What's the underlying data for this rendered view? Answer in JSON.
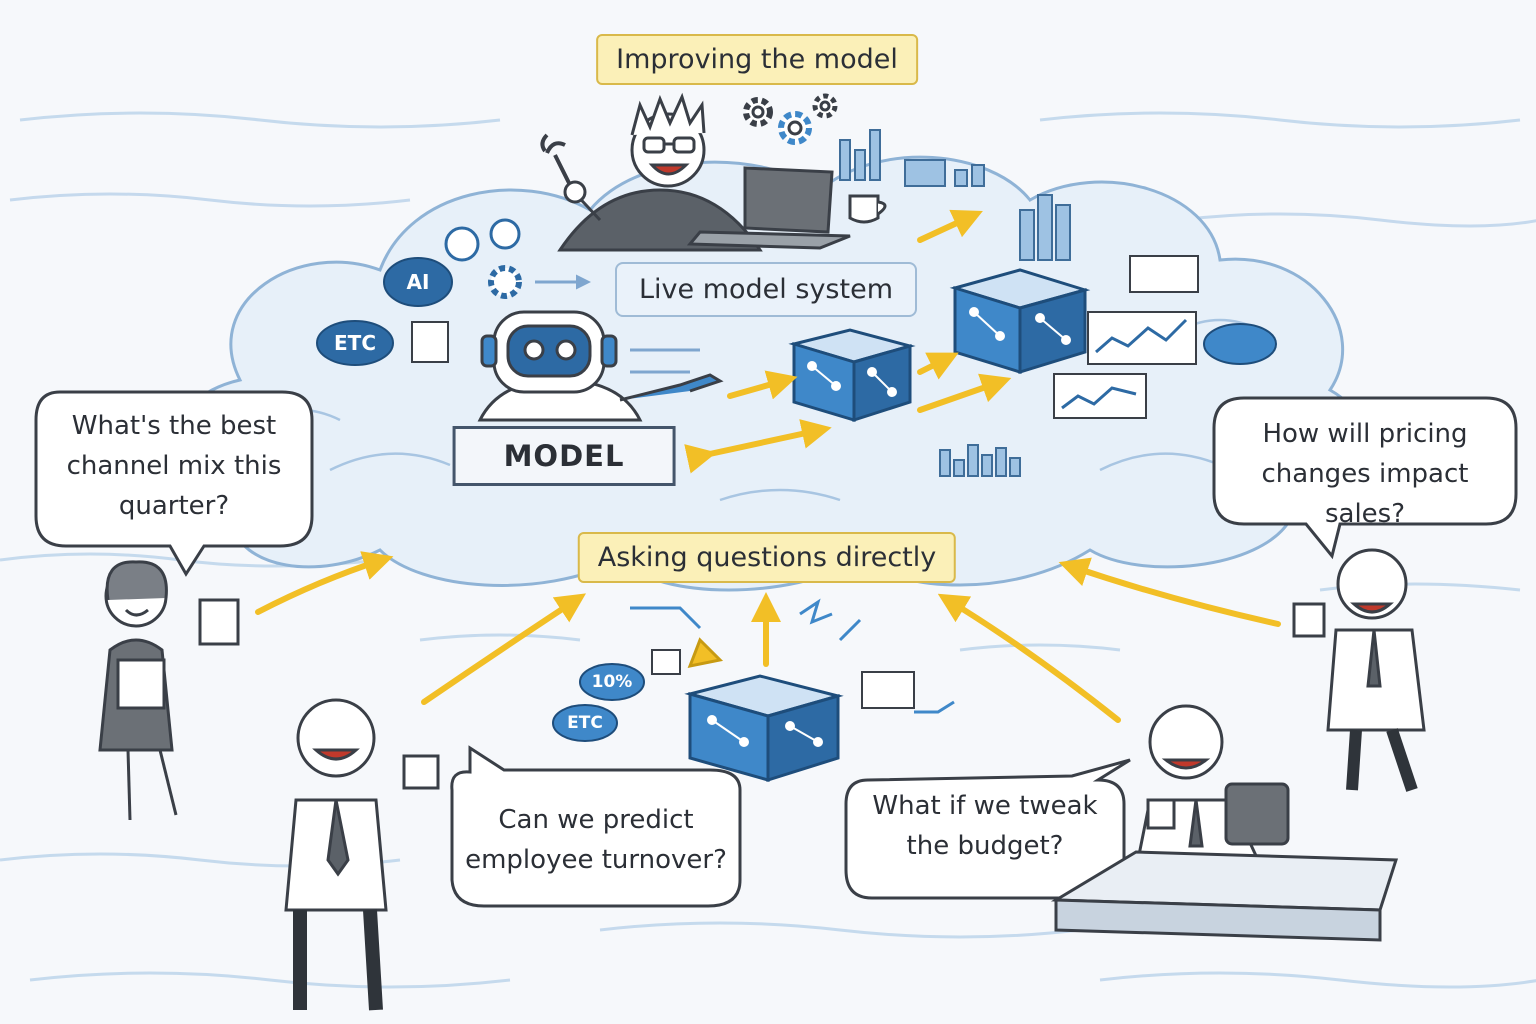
{
  "sections": {
    "improving": "Improving the model",
    "live_system": "Live model system",
    "asking": "Asking questions directly",
    "model": "MODEL"
  },
  "questions": {
    "channel_mix": "What's the best channel mix this quarter?",
    "pricing": "How will pricing changes impact sales?",
    "turnover": "Can we predict employee turnover?",
    "budget": "What if we tweak the budget?"
  },
  "tags": {
    "ai": "AI",
    "etc": "ETC",
    "percent": "10%"
  },
  "colors": {
    "arrow": "#f2bf26",
    "cube": "#3f88c9",
    "cube_dark": "#2d6aa4",
    "cloud": "#dce9f5",
    "ink": "#3a3f47"
  },
  "icons": [
    "robot-icon",
    "gear-icon",
    "laptop-icon",
    "bar-chart-icon",
    "line-chart-icon",
    "network-cube-icon",
    "coffee-cup-icon",
    "wrench-icon"
  ]
}
